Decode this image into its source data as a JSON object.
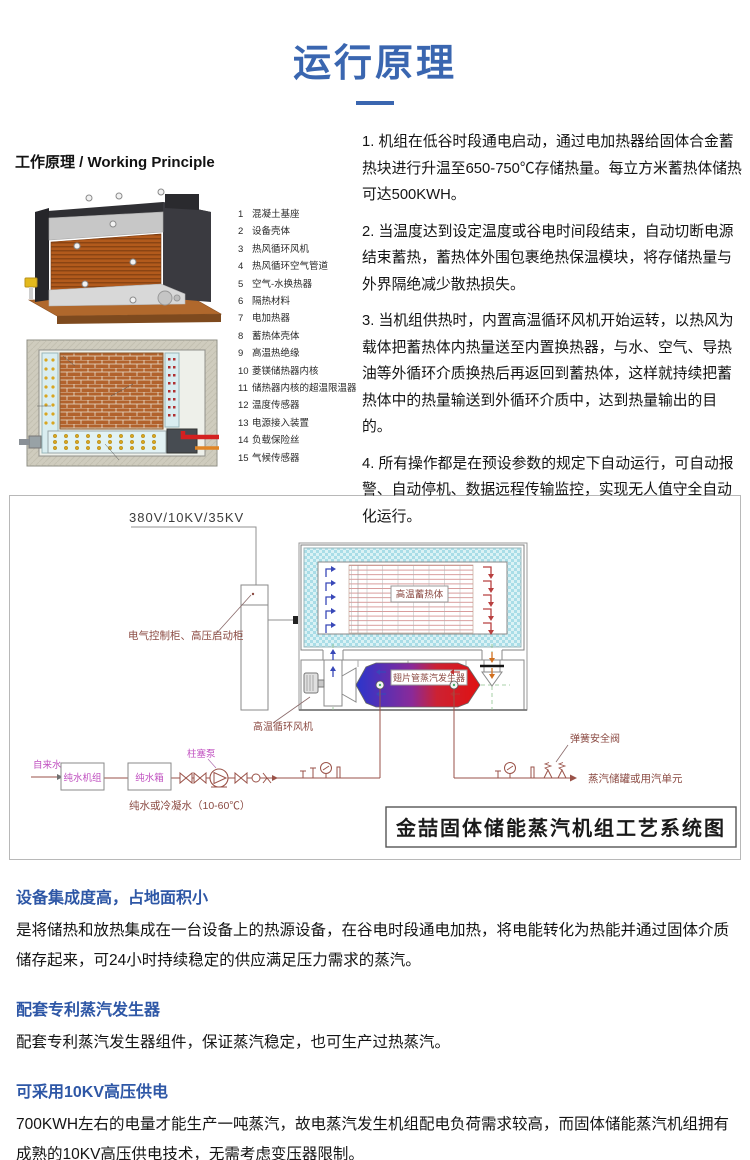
{
  "header": {
    "title": "运行原理"
  },
  "working_principle": {
    "heading": "工作原理 / Working Principle",
    "parts": [
      {
        "n": "1",
        "label": "混凝土基座"
      },
      {
        "n": "2",
        "label": "设备壳体"
      },
      {
        "n": "3",
        "label": "热风循环风机"
      },
      {
        "n": "4",
        "label": "热风循环空气管道"
      },
      {
        "n": "5",
        "label": "空气-水换热器"
      },
      {
        "n": "6",
        "label": "隔热材料"
      },
      {
        "n": "7",
        "label": "电加热器"
      },
      {
        "n": "8",
        "label": "蓄热体壳体"
      },
      {
        "n": "9",
        "label": "高温热绝缘"
      },
      {
        "n": "10",
        "label": "菱镁储热器内核"
      },
      {
        "n": "11",
        "label": "储热器内核的超温限温器"
      },
      {
        "n": "12",
        "label": "温度传感器"
      },
      {
        "n": "13",
        "label": "电源接入装置"
      },
      {
        "n": "14",
        "label": "负载保险丝"
      },
      {
        "n": "15",
        "label": "气候传感器"
      }
    ]
  },
  "paragraphs": [
    "1. 机组在低谷时段通电启动，通过电加热器给固体合金蓄热块进行升温至650-750℃存储热量。每立方米蓄热体储热可达500KWH。",
    "2. 当温度达到设定温度或谷电时间段结束，自动切断电源结束蓄热，蓄热体外围包裹绝热保温模块，将存储热量与外界隔绝减少散热损失。",
    "3. 当机组供热时，内置高温循环风机开始运转，以热风为载体把蓄热体内热量送至内置换热器，与水、空气、导热油等外循环介质换热后再返回到蓄热体，这样就持续把蓄热体中的热量输送到外循环介质中，达到热量输出的目的。",
    "4. 所有操作都是在预设参数的规定下自动运行，可自动报警、自动停机、数据远程传输监控，实现无人值守全自动化运行。"
  ],
  "schematic": {
    "power_label": "380V/10KV/35KV",
    "cabinet_label": "电气控制柜、高压启动柜",
    "storage_core_label": "高温蓄热体",
    "generator_label": "翅片管蒸汽发生器",
    "fan_label": "高温循环风机",
    "pump_label": "柱塞泵",
    "tap_water_label": "自来水",
    "purifier_label": "纯水机组",
    "water_tank_label": "纯水箱",
    "feed_water_label": "纯水或冷凝水（10-60℃）",
    "safety_valve_label": "弹簧安全阀",
    "steam_output_label": "蒸汽储罐或用汽单元",
    "title": "金喆固体储能蒸汽机组工艺系统图"
  },
  "features": [
    {
      "heading": "设备集成度高，占地面积小",
      "body": "是将储热和放热集成在一台设备上的热源设备，在谷电时段通电加热，将电能转化为热能并通过固体介质储存起来，可24小时持续稳定的供应满足压力需求的蒸汽。"
    },
    {
      "heading": "配套专利蒸汽发生器",
      "body": "配套专利蒸汽发生器组件，保证蒸汽稳定，也可生产过热蒸汽。"
    },
    {
      "heading": "可采用10KV高压供电",
      "body": "700KWH左右的电量才能生产一吨蒸汽，故电蒸汽发生机组配电负荷需求较高，而固体储能蒸汽机组拥有成熟的10KV高压供电技术，无需考虑变压器限制。"
    }
  ],
  "colors": {
    "accent": "#3a66b0",
    "section_heading": "#2e57a6",
    "diagram_label": "#8b4a42",
    "water_label": "#c050c0",
    "insulation": "#a9dde7",
    "generator_cold": "#2a35cc",
    "generator_hot": "#e01111"
  }
}
